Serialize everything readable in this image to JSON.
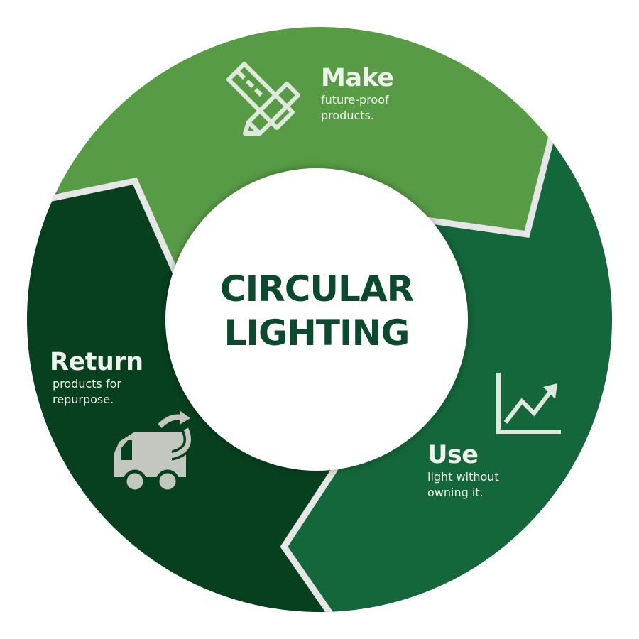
{
  "center": {
    "line1": "CIRCULAR",
    "line2": "LIGHTING"
  },
  "segments": [
    {
      "title": "Make",
      "subtitle_line1": "future-proof",
      "subtitle_line2": "products.",
      "icon": "ruler-pencil-icon",
      "color": "#579c45"
    },
    {
      "title": "Use",
      "subtitle_line1": "light without",
      "subtitle_line2": "owning it.",
      "icon": "growth-chart-icon",
      "color": "#14673a"
    },
    {
      "title": "Return",
      "subtitle_line1": "products for",
      "subtitle_line2": "repurpose.",
      "icon": "truck-recycle-icon",
      "color": "#06401f"
    }
  ]
}
